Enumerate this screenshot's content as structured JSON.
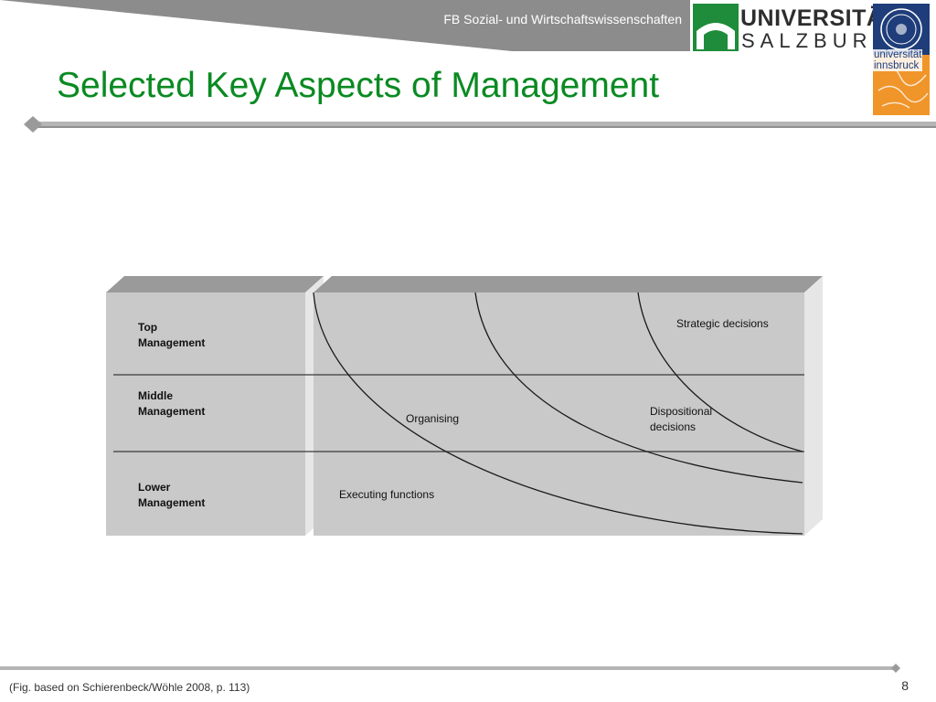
{
  "header": {
    "faculty": "FB Sozial- und Wirtschaftswissenschaften",
    "band_color": "#8c8c8c"
  },
  "logos": {
    "salzburg": {
      "line1": "UNIVERSITÄT",
      "line2": "SALZBURG",
      "accent_color": "#1e8c3a"
    },
    "innsbruck": {
      "line1": "universität",
      "line2": "innsbruck",
      "accent_color": "#f0952a",
      "seal_color": "#1f3d7a"
    }
  },
  "slide": {
    "title": "Selected Key Aspects of Management",
    "title_color": "#0a8a22"
  },
  "diagram": {
    "levels": [
      {
        "line1": "Top",
        "line2": "Management"
      },
      {
        "line1": "Middle",
        "line2": "Management"
      },
      {
        "line1": "Lower",
        "line2": "Management"
      }
    ],
    "functions": {
      "strategic": "Strategic decisions",
      "dispositional_1": "Dispositional",
      "dispositional_2": "decisions",
      "organising": "Organising",
      "executing": "Executing functions"
    },
    "box_color": "#c9c9c9",
    "top_face_color": "#9a9a9a",
    "side_face_color": "#e6e6e6"
  },
  "footer": {
    "source": "(Fig. based on Schierenbeck/Wöhle 2008, p. 113)",
    "page": "8"
  }
}
